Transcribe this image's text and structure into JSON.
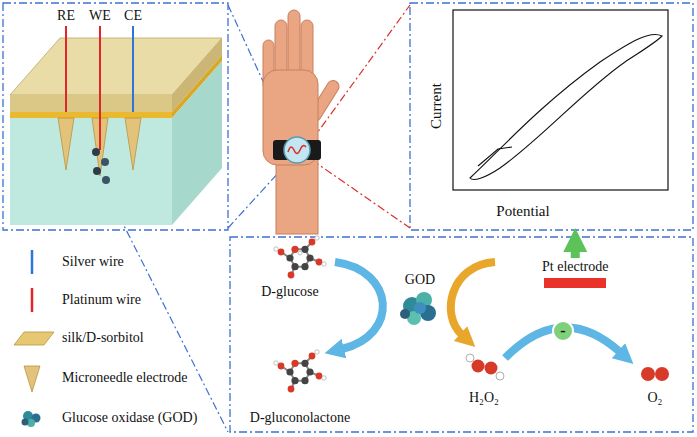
{
  "diagram": {
    "nodes": [
      {
        "text": [
          "Current",
          "Potential"
        ]
      },
      {
        "text": [
          "Pt electrode"
        ]
      }
    ],
    "edges": [
      {
        "from": 1,
        "to": 0,
        "arrow": "to"
      }
    ],
    "labels": [
      "RE",
      "WE",
      "CE",
      "D-glucose",
      "D-gluconolactone",
      "GOD",
      "H₂O₂",
      "O₂",
      "-"
    ],
    "legend": [
      {
        "text": "Silver wire"
      },
      {
        "text": "Platinum wire"
      },
      {
        "text": "silk/D-sorbitol",
        "color": "#e6c872"
      },
      {
        "text": "Microneedle electrode"
      },
      {
        "text": "Glucose oxidase (GOD)"
      }
    ]
  }
}
